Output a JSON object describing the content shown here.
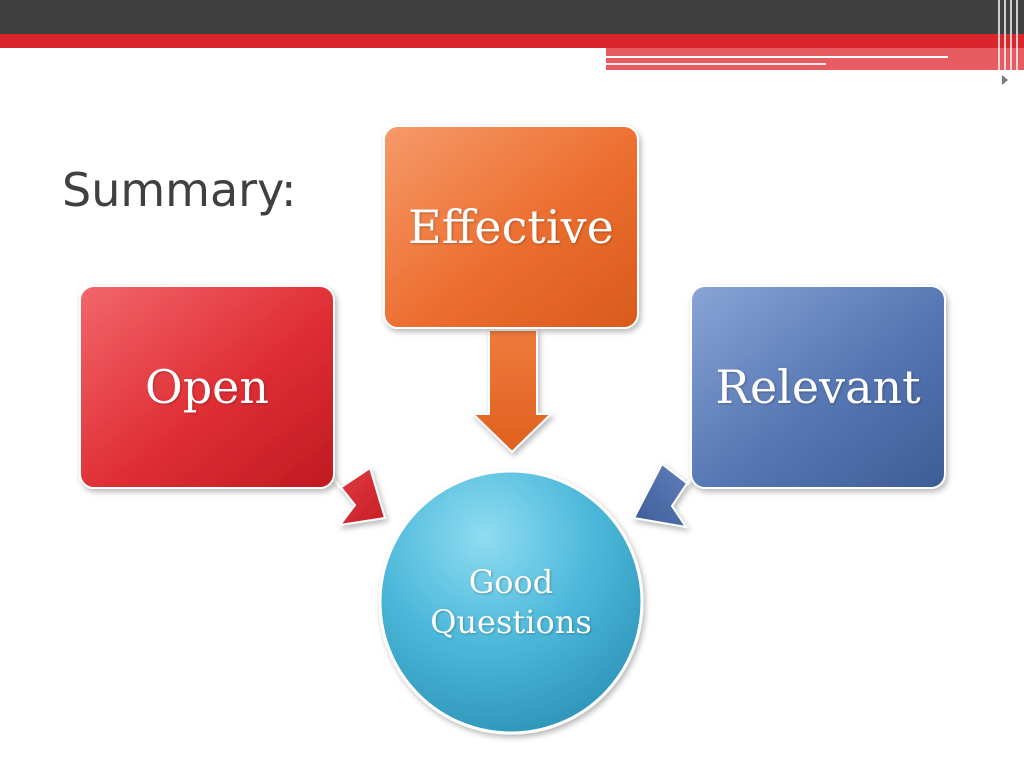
{
  "slide": {
    "title": "Summary:"
  },
  "diagram": {
    "nodes": [
      {
        "id": "open",
        "label": "Open",
        "color": "#d9252b"
      },
      {
        "id": "effective",
        "label": "Effective",
        "color": "#ea6a2c"
      },
      {
        "id": "relevant",
        "label": "Relevant",
        "color": "#4a6eaa"
      }
    ],
    "center": {
      "label_line1": "Good",
      "label_line2": "Questions",
      "color": "#3aa6c8"
    }
  },
  "theme": {
    "dark_bar": "#404040",
    "accent_red": "#d9252b"
  }
}
